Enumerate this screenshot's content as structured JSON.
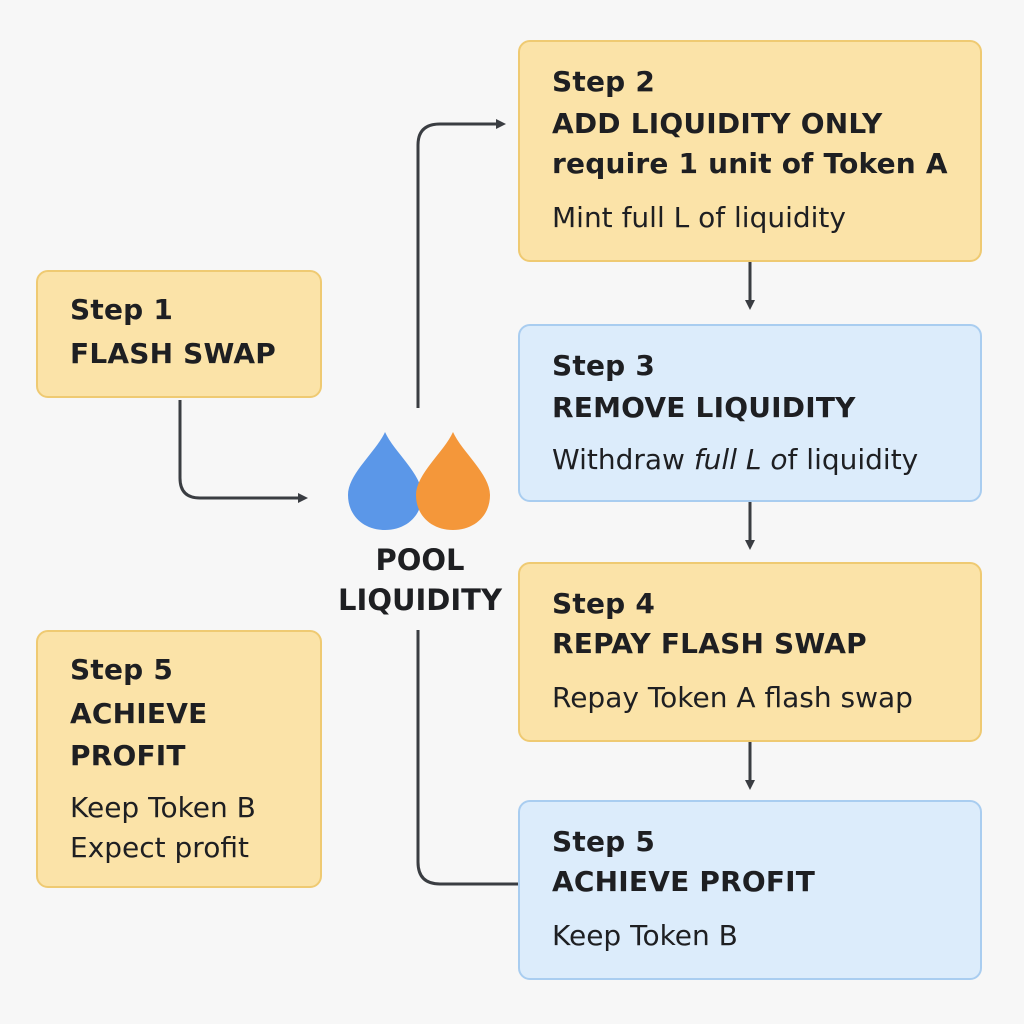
{
  "left": {
    "step1": {
      "step": "Step 1",
      "title": "FLASH SWAP"
    },
    "step5": {
      "step": "Step 5",
      "title_line1": "ACHIEVE",
      "title_line2": "PROFIT",
      "desc_line1": "Keep Token B",
      "desc_line2": "Expect profit"
    }
  },
  "pool": {
    "line1": "POOL",
    "line2": "LIQUIDITY"
  },
  "right": {
    "step2": {
      "step": "Step 2",
      "title": "ADD LIQUIDITY ONLY",
      "subtitle": "require 1 unit of Token A",
      "desc": "Mint full L of liquidity"
    },
    "step3": {
      "step": "Step 3",
      "title": "REMOVE LIQUIDITY",
      "desc_pre": "Withdraw ",
      "desc_em": "full L o",
      "desc_post": "f liquidity"
    },
    "step4": {
      "step": "Step 4",
      "title": "REPAY FLASH SWAP",
      "desc": "Repay Token A flash swap"
    },
    "step5": {
      "step": "Step 5",
      "title": "ACHIEVE PROFIT",
      "desc": "Keep Token B"
    }
  },
  "colors": {
    "yellow_fill": "#fbe3a8",
    "yellow_border": "#efca72",
    "blue_fill": "#dcecfb",
    "blue_border": "#a9cdf0",
    "drop_blue": "#5b97e8",
    "drop_orange": "#f4973a",
    "arrow": "#3a3d42"
  },
  "icons": [
    "liquidity-drop-blue-icon",
    "liquidity-drop-orange-icon"
  ]
}
